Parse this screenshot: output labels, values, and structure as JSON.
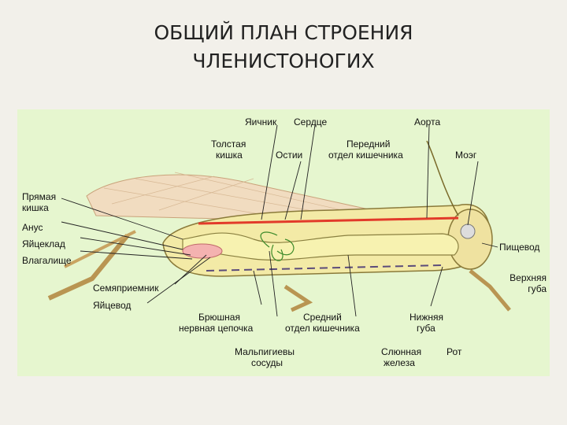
{
  "title": {
    "line1": "ОБЩИЙ ПЛАН СТРОЕНИЯ",
    "line2": "ЧЛЕНИСТОНОГИХ"
  },
  "colors": {
    "panel": "#e6f6cf",
    "background": "#f2f0ea",
    "body": "#f3eaa6",
    "gut": "#f7f2b0",
    "heart": "#e23a2a",
    "nerve": "#5b4b7a",
    "wing": "#f1dcc0"
  },
  "labels": {
    "ovary": "Яичник",
    "heart": "Сердце",
    "aorta": "Аорта",
    "large_intestine_1": "Толстая",
    "large_intestine_2": "кишка",
    "ostia": "Остии",
    "foregut_1": "Передний",
    "foregut_2": "отдел кишечника",
    "brain": "Моэг",
    "rectum_1": "Прямая",
    "rectum_2": "кишка",
    "anus": "Анус",
    "ovipositor": "Яйцеклад",
    "vagina": "Влагалище",
    "spermatheca": "Семяприемник",
    "oviduct": "Яйцевод",
    "nerve_cord_1": "Брюшная",
    "nerve_cord_2": "нервная цепочка",
    "midgut_1": "Средний",
    "midgut_2": "отдел кишечника",
    "lower_lip_1": "Нижняя",
    "lower_lip_2": "губа",
    "esophagus": "Пищевод",
    "upper_lip_1": "Верхняя",
    "upper_lip_2": "губа",
    "malpighian_1": "Мальпигиевы",
    "malpighian_2": "сосуды",
    "salivary_1": "Слюнная",
    "salivary_2": "железа",
    "mouth": "Рот"
  }
}
